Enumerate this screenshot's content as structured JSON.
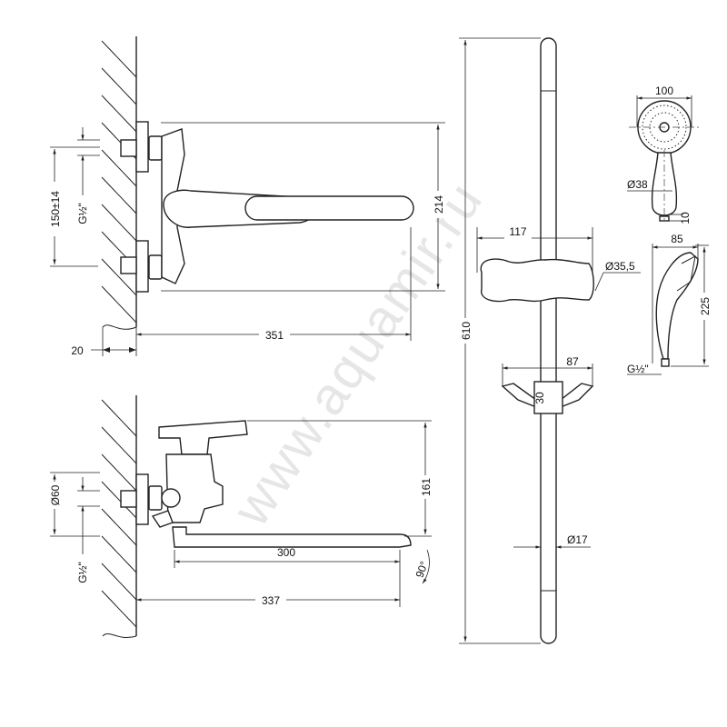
{
  "watermark": "www.aquamir.ru",
  "mixer_front_view": {
    "inlet_spacing": "150±14",
    "thread": "G½\"",
    "height": "214",
    "length": "351",
    "wall_offset": "20"
  },
  "mixer_side_view": {
    "flange_diameter": "Ø60",
    "thread": "G½\"",
    "height": "161",
    "spout_reach": "300",
    "total_reach": "337",
    "swivel_angle": "90°"
  },
  "slide_bar": {
    "length": "610",
    "holder_width": "117",
    "holder_diameter": "Ø35,5",
    "bracket_width": "87",
    "bracket_height": "30",
    "rod_diameter": "Ø17"
  },
  "hand_shower": {
    "head_diameter": "100",
    "handle_diameter": "Ø38",
    "nozzle": "10",
    "depth": "85",
    "length": "225",
    "thread": "G½\""
  }
}
